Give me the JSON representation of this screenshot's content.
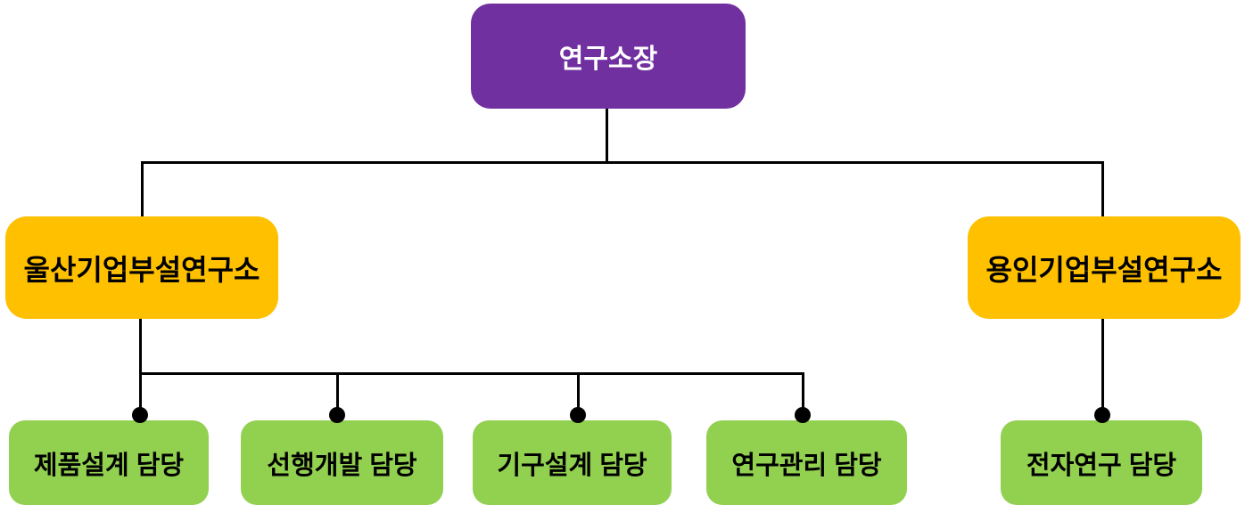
{
  "diagram": {
    "type": "org-chart",
    "root": {
      "label": "연구소장",
      "children": [
        {
          "label": "울산기업부설연구소",
          "children": [
            {
              "label": "제품설계 담당"
            },
            {
              "label": "선행개발 담당"
            },
            {
              "label": "기구설계 담당"
            },
            {
              "label": "연구관리 담당"
            }
          ]
        },
        {
          "label": "용인기업부설연구소",
          "children": [
            {
              "label": "전자연구 담당"
            }
          ]
        }
      ]
    }
  },
  "nodes": {
    "director": {
      "label": "연구소장"
    },
    "institute_ulsan": {
      "label": "울산기업부설연구소"
    },
    "institute_yongin": {
      "label": "용인기업부설연구소"
    },
    "team_product_design": {
      "label": "제품설계 담당"
    },
    "team_advanced_dev": {
      "label": "선행개발 담당"
    },
    "team_mechanism_design": {
      "label": "기구설계 담당"
    },
    "team_research_mgmt": {
      "label": "연구관리 담당"
    },
    "team_electronics": {
      "label": "전자연구 담당"
    }
  },
  "colors": {
    "director": "#7030A0",
    "director_text": "#FFFFFF",
    "institute": "#FFC000",
    "team": "#92D050",
    "node_text": "#000000",
    "line": "#000000"
  }
}
